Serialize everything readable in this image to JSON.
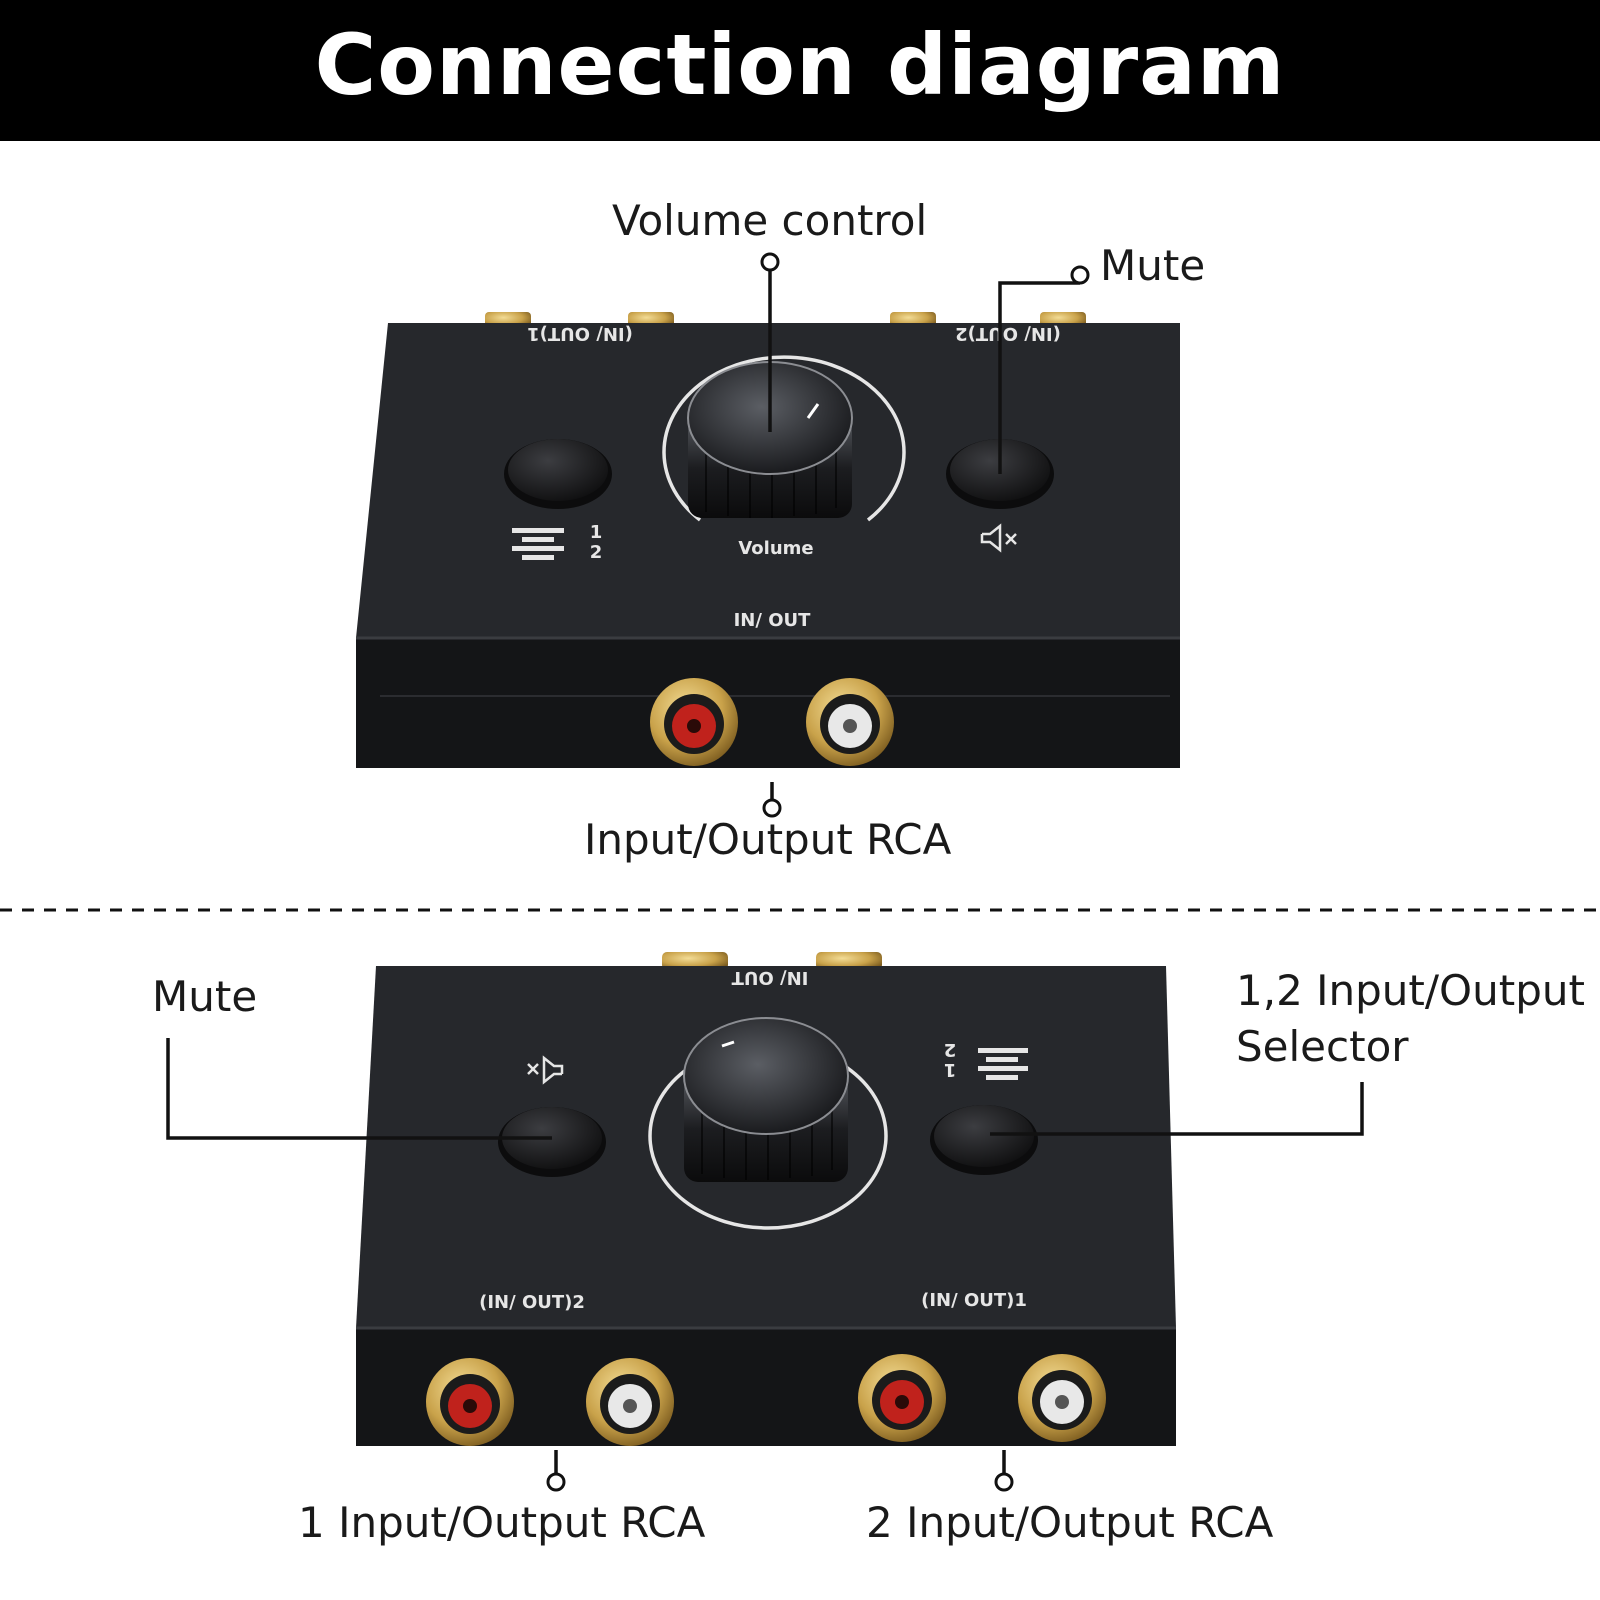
{
  "title": "Connection diagram",
  "top_view": {
    "callouts": {
      "volume": "Volume control",
      "mute": "Mute",
      "rca": "Input/Output RCA"
    },
    "device_labels": {
      "back_left": "(IN/ OUT)1",
      "back_right": "(IN/ OUT)2",
      "volume": "Volume",
      "front": "IN/ OUT",
      "selector_1": "1",
      "selector_2": "2"
    }
  },
  "bottom_view": {
    "callouts": {
      "mute": "Mute",
      "selector_line1": "1,2 Input/Output",
      "selector_line2": "Selector",
      "rca_1": "1 Input/Output RCA",
      "rca_2": "2 Input/Output RCA"
    },
    "device_labels": {
      "back": "IN/ OUT",
      "front_left": "(IN/ OUT)2",
      "front_right": "(IN/ OUT)1",
      "selector_1": "1",
      "selector_2": "2"
    }
  },
  "colors": {
    "banner": "#000000",
    "device_body": "#222428",
    "rca_red": "#c0221c",
    "rca_white": "#e8e8e8",
    "rca_gold": "#c9a24a"
  },
  "icons": [
    "mute-speaker-icon",
    "selector-bars-icon"
  ]
}
